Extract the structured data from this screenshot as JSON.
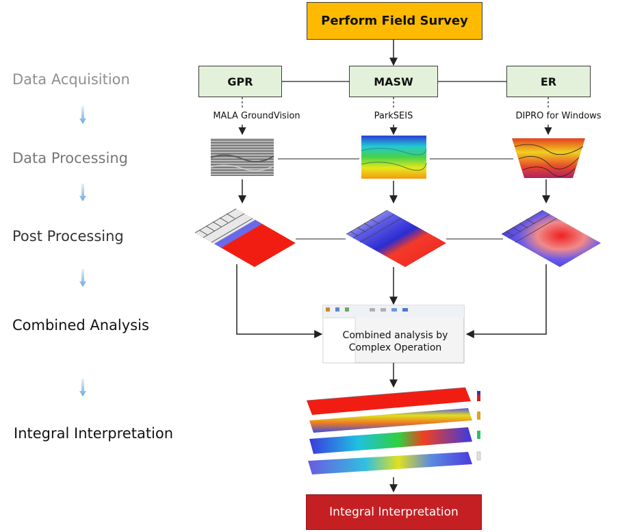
{
  "top_box": {
    "label": "Perform Field Survey",
    "fill": "#FDBA00",
    "border": "#3a3a3a"
  },
  "bottom_box": {
    "label": "Integral Interpretation",
    "fill": "#C42024",
    "text_color": "#FFFFFF"
  },
  "methods": [
    {
      "label": "GPR",
      "software": "MALA GroundVision"
    },
    {
      "label": "MASW",
      "software": "ParkSEIS"
    },
    {
      "label": "ER",
      "software": "DIPRO for Windows"
    }
  ],
  "method_box_style": {
    "fill": "#E3F1DA",
    "border": "#3a3a3a"
  },
  "stages": [
    {
      "label": "Data Acquisition",
      "color": "#8f8f8f"
    },
    {
      "label": "Data Processing",
      "color": "#777777"
    },
    {
      "label": "Post Processing",
      "color": "#333333"
    },
    {
      "label": "Combined Analysis",
      "color": "#111111"
    },
    {
      "label": "Integral Interpretation",
      "color": "#111111"
    }
  ],
  "combined_panel": {
    "text_line1": "Combined analysis by",
    "text_line2": "Complex Operation"
  },
  "colors": {
    "stage_arrow": "#9DC3E6",
    "connector": "#222222"
  }
}
